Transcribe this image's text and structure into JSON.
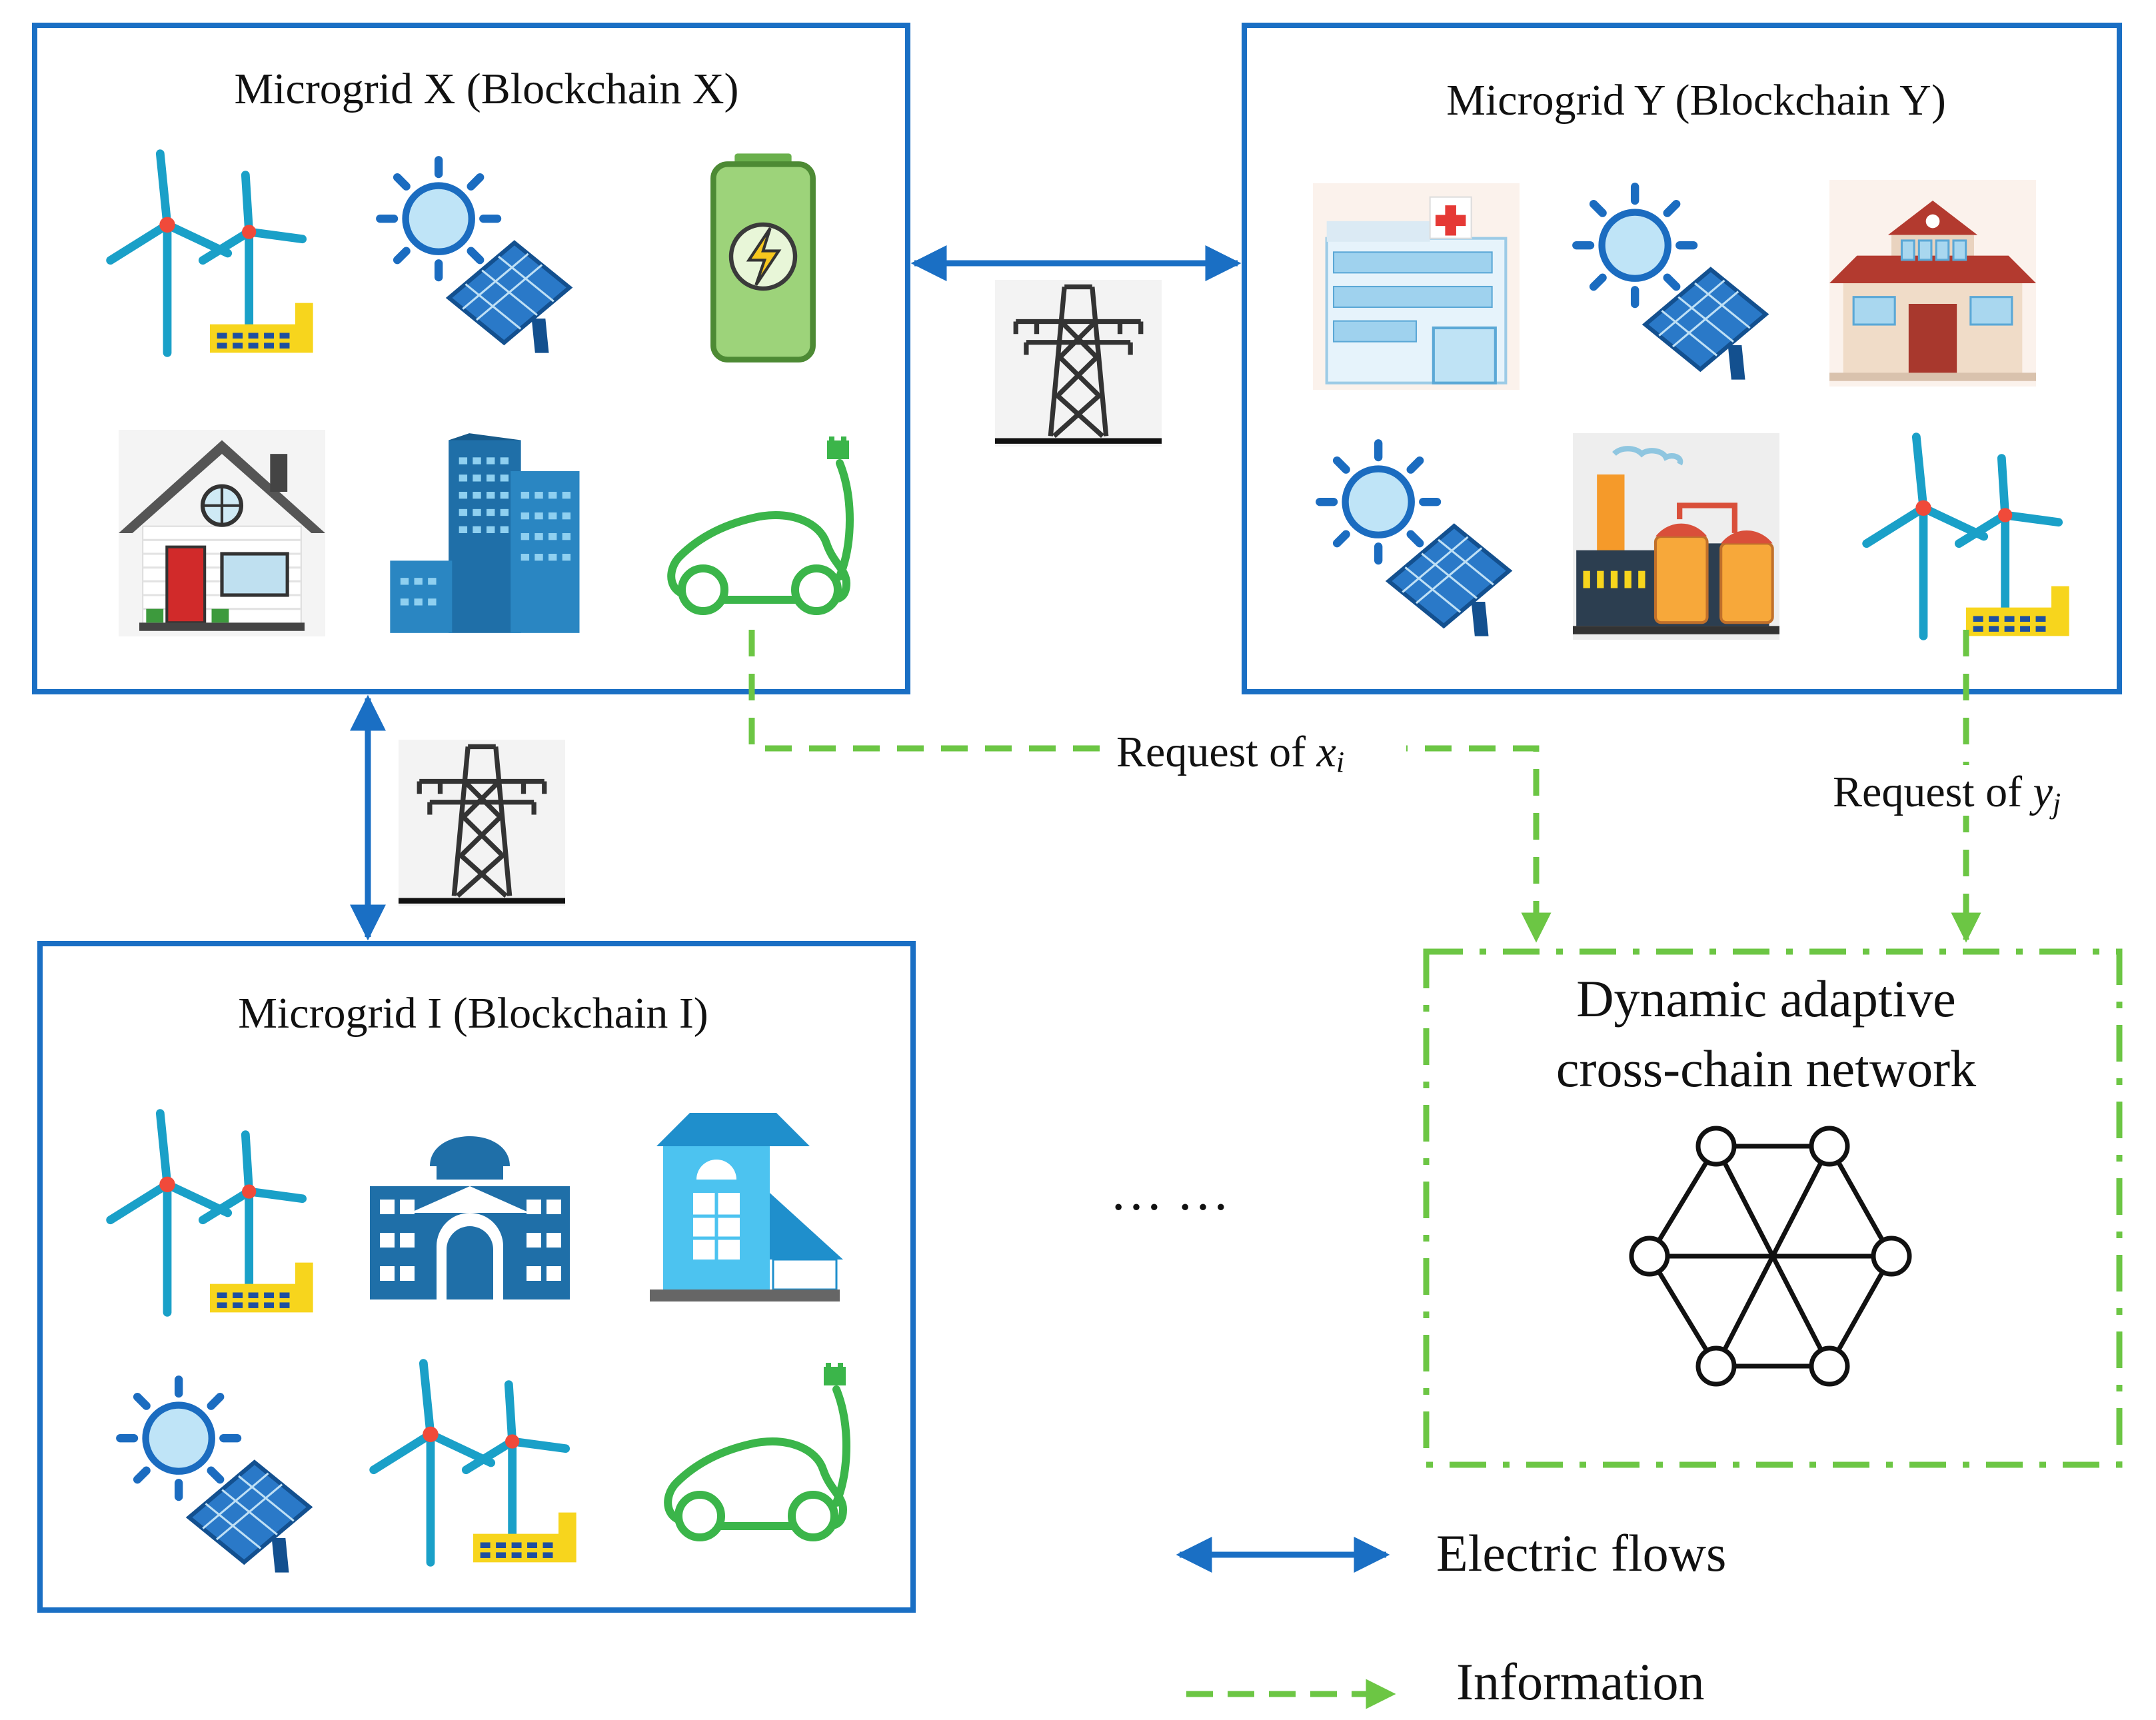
{
  "colors": {
    "box_border": "#1a6fc4",
    "electric_arrow": "#1a6fc4",
    "info_arrow": "#6cc644",
    "network_line": "#111111"
  },
  "microgrids": {
    "x": {
      "title": "Microgrid X (Blockchain X)",
      "icons": [
        "wind-turbine-icon",
        "solar-panel-icon",
        "battery-icon",
        "house-icon",
        "office-building-icon",
        "electric-car-icon"
      ]
    },
    "y": {
      "title": "Microgrid Y (Blockchain Y)",
      "icons": [
        "hospital-icon",
        "solar-panel-icon",
        "school-icon",
        "solar-panel-icon",
        "factory-icon",
        "wind-turbine-icon"
      ]
    },
    "i": {
      "title": "Microgrid I (Blockchain I)",
      "icons": [
        "wind-turbine-icon",
        "government-building-icon",
        "house-icon",
        "solar-panel-icon",
        "wind-turbine-icon",
        "electric-car-icon"
      ]
    }
  },
  "links": {
    "request_x": {
      "prefix": "Request of ",
      "var": "x",
      "sub": "i"
    },
    "request_y": {
      "prefix": "Request of ",
      "var": "y",
      "sub": "j"
    },
    "ellipsis": "…   …"
  },
  "network": {
    "title_line1": "Dynamic adaptive",
    "title_line2": "cross-chain network"
  },
  "legend": {
    "electric": "Electric flows",
    "information": "Information"
  }
}
